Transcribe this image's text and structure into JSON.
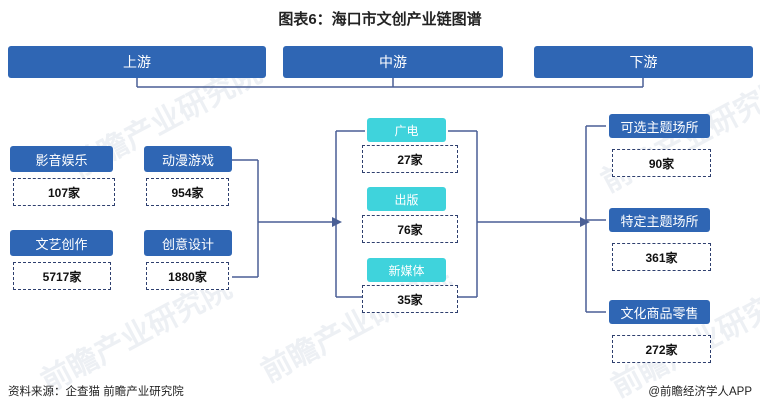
{
  "title": "图表6：海口市文创产业链图谱",
  "stages": {
    "upstream": "上游",
    "midstream": "中游",
    "downstream": "下游"
  },
  "upstream": [
    {
      "label": "影音娱乐",
      "count": "107家"
    },
    {
      "label": "动漫游戏",
      "count": "954家"
    },
    {
      "label": "文艺创作",
      "count": "5717家"
    },
    {
      "label": "创意设计",
      "count": "1880家"
    }
  ],
  "midstream": [
    {
      "label": "广电",
      "count": "27家"
    },
    {
      "label": "出版",
      "count": "76家"
    },
    {
      "label": "新媒体",
      "count": "35家"
    }
  ],
  "downstream": [
    {
      "label": "可选主题场所",
      "count": "90家"
    },
    {
      "label": "特定主题场所",
      "count": "361家"
    },
    {
      "label": "文化商品零售",
      "count": "272家"
    }
  ],
  "footer": {
    "source": "资料来源：企查猫 前瞻产业研究院",
    "credit": "@前瞻经济学人APP"
  },
  "watermark": "前瞻产业研究院",
  "colors": {
    "stage_blue": "#2f66b4",
    "sub_cyan": "#3fd3dc",
    "line": "#4a5f95"
  }
}
